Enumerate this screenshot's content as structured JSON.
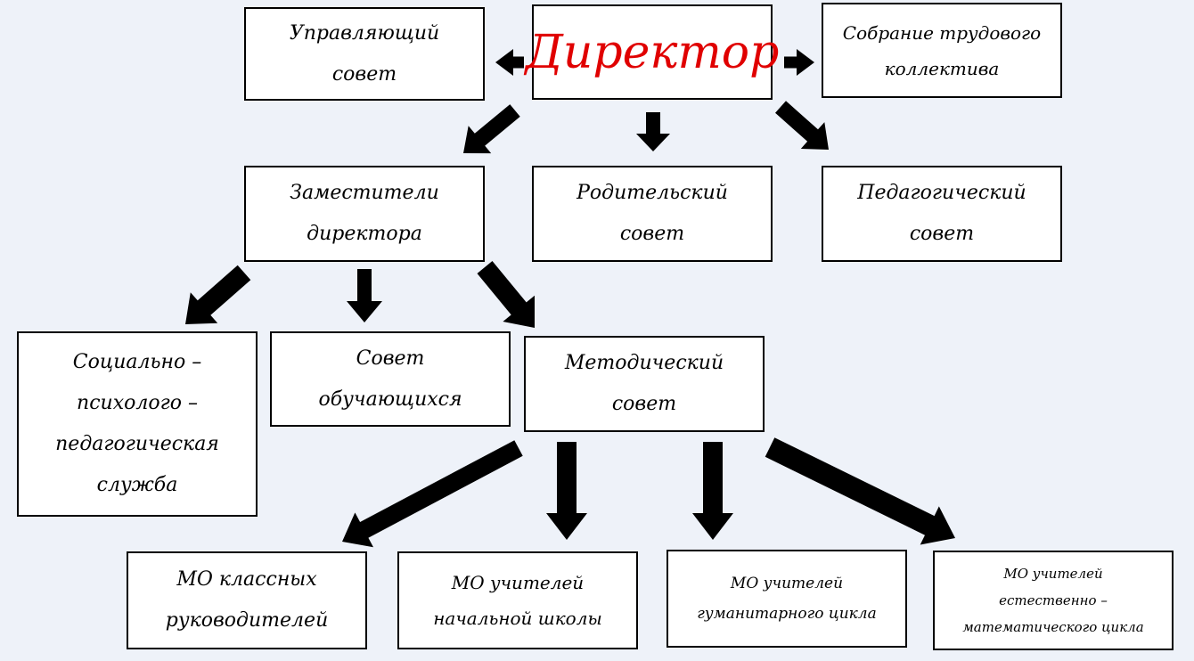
{
  "colors": {
    "background": "#eef2f9",
    "box_fill": "#ffffff",
    "box_border": "#000000",
    "arrow": "#000000",
    "director_text": "#e00000",
    "text": "#000000"
  },
  "nodes": {
    "director": "Директор",
    "governing_council": "Управляющий\nсовет",
    "labor_meeting": "Собрание трудового\nколлектива",
    "deputy_directors": "Заместители\nдиректора",
    "parent_council": "Родительский\nсовет",
    "pedagogical_council": "Педагогический\nсовет",
    "social_psych_service": "Социально –\nпсихолого –\nпедагогическая\nслужба",
    "student_council": "Совет\nобучающихся",
    "methodical_council": "Методический\nсовет",
    "mo_class_teachers": "МО классных\nруководителей",
    "mo_primary_teachers": "МО учителей\nначальной школы",
    "mo_humanities": "МО учителей\nгуманитарного цикла",
    "mo_science_math": "МО учителей\nестественно –\nматематического цикла"
  },
  "edges": [
    {
      "from": "director",
      "to": "governing_council"
    },
    {
      "from": "director",
      "to": "labor_meeting"
    },
    {
      "from": "director",
      "to": "deputy_directors"
    },
    {
      "from": "director",
      "to": "parent_council"
    },
    {
      "from": "director",
      "to": "pedagogical_council"
    },
    {
      "from": "deputy_directors",
      "to": "social_psych_service"
    },
    {
      "from": "deputy_directors",
      "to": "student_council"
    },
    {
      "from": "deputy_directors",
      "to": "methodical_council"
    },
    {
      "from": "methodical_council",
      "to": "mo_class_teachers"
    },
    {
      "from": "methodical_council",
      "to": "mo_primary_teachers"
    },
    {
      "from": "methodical_council",
      "to": "mo_humanities"
    },
    {
      "from": "methodical_council",
      "to": "mo_science_math"
    }
  ]
}
